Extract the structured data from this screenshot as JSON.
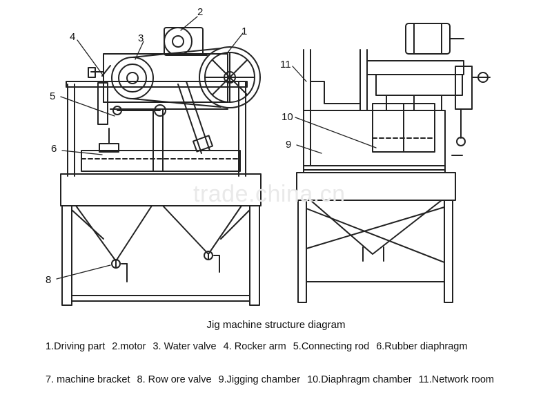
{
  "caption": "Jig machine structure diagram",
  "watermark": "trade.china.cn",
  "callouts": [
    "1",
    "2",
    "3",
    "4",
    "5",
    "6",
    "8",
    "11",
    "10",
    "9"
  ],
  "legend": {
    "line1": [
      "1.Driving part",
      "2.motor",
      "3. Water valve",
      "4. Rocker arm",
      "5.Connecting rod",
      "6.Rubber diaphragm"
    ],
    "line2": [
      "7. machine bracket",
      "8. Row ore valve",
      "9.Jigging chamber",
      "10.Diaphragm chamber",
      "11.Network room"
    ]
  },
  "colors": {
    "line": "#222222",
    "background": "#ffffff",
    "watermark": "#e6e6e6"
  }
}
